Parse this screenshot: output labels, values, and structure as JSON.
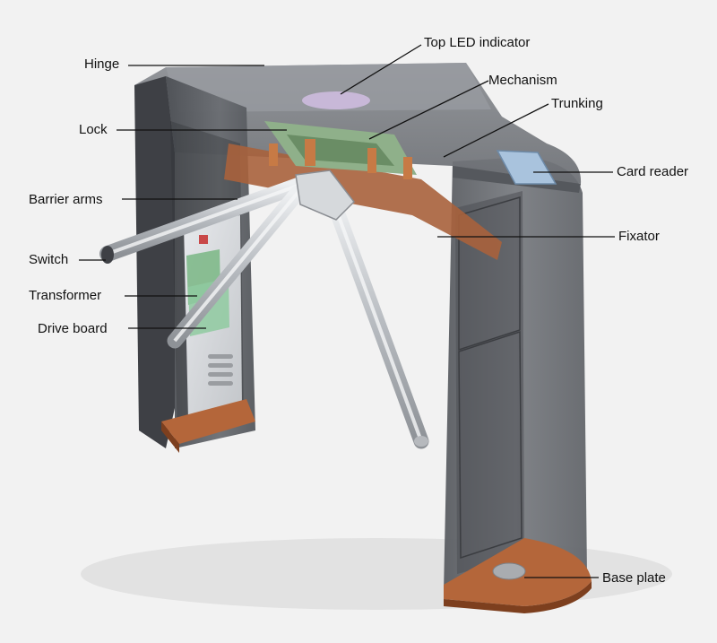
{
  "diagram": {
    "labels": {
      "top_led_indicator": "Top LED indicator",
      "hinge": "Hinge",
      "mechanism": "Mechanism",
      "trunking": "Trunking",
      "lock": "Lock",
      "card_reader": "Card reader",
      "barrier_arms": "Barrier arms",
      "fixator": "Fixator",
      "switch": "Switch",
      "transformer": "Transformer",
      "drive_board": "Drive board",
      "base_plate": "Base plate"
    },
    "colors": {
      "background": "#f2f2f2",
      "body_gray": "#5e6166",
      "body_dark": "#3e4045",
      "copper": "#b4663a",
      "steel": "#c9cdd2",
      "green_board": "#7fb98a",
      "card_reader_blue": "#a9c3dd"
    }
  }
}
